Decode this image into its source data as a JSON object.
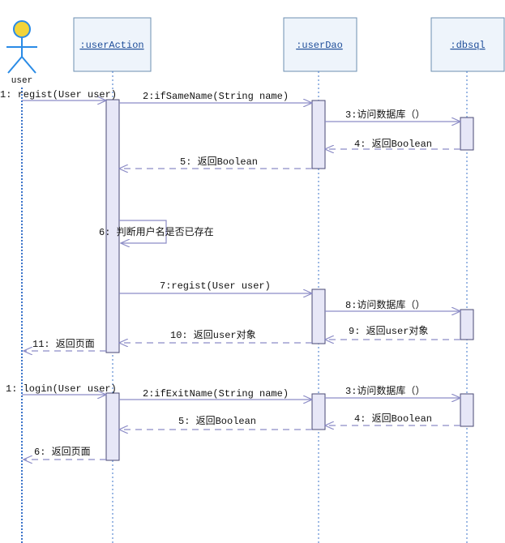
{
  "diagram": {
    "actor": {
      "label": "user",
      "icon": "stick-figure-actor-icon"
    },
    "objects": [
      {
        "id": "userAction",
        "label": ":userAction"
      },
      {
        "id": "userDao",
        "label": ":userDao"
      },
      {
        "id": "dbsql",
        "label": ":dbsql"
      }
    ],
    "messages": [
      {
        "id": "m1",
        "label": "1: regist(User user)",
        "from": "user",
        "to": "userAction",
        "kind": "call"
      },
      {
        "id": "m2",
        "label": "2:ifSameName(String name)",
        "from": "userAction",
        "to": "userDao",
        "kind": "call"
      },
      {
        "id": "m3",
        "label": "3:访问数据库（）",
        "from": "userDao",
        "to": "dbsql",
        "kind": "call"
      },
      {
        "id": "m4",
        "label": "4: 返回Boolean",
        "from": "dbsql",
        "to": "userDao",
        "kind": "return"
      },
      {
        "id": "m5",
        "label": "5: 返回Boolean",
        "from": "userDao",
        "to": "userAction",
        "kind": "return"
      },
      {
        "id": "m6",
        "label": "6: 判断用户名是否已存在",
        "from": "userAction",
        "to": "userAction",
        "kind": "self"
      },
      {
        "id": "m7",
        "label": "7:regist(User user)",
        "from": "userAction",
        "to": "userDao",
        "kind": "call"
      },
      {
        "id": "m8",
        "label": "8:访问数据库（）",
        "from": "userDao",
        "to": "dbsql",
        "kind": "call"
      },
      {
        "id": "m9",
        "label": "9: 返回user对象",
        "from": "dbsql",
        "to": "userDao",
        "kind": "return"
      },
      {
        "id": "m10",
        "label": "10: 返回user对象",
        "from": "userDao",
        "to": "userAction",
        "kind": "return"
      },
      {
        "id": "m11",
        "label": "11: 返回页面",
        "from": "userAction",
        "to": "user",
        "kind": "return"
      },
      {
        "id": "m12",
        "label": "1: login(User user)",
        "from": "user",
        "to": "userAction",
        "kind": "call"
      },
      {
        "id": "m13",
        "label": "2:ifExitName(String name)",
        "from": "userAction",
        "to": "userDao",
        "kind": "call"
      },
      {
        "id": "m14",
        "label": "3:访问数据库（）",
        "from": "userDao",
        "to": "dbsql",
        "kind": "call"
      },
      {
        "id": "m15",
        "label": "4: 返回Boolean",
        "from": "dbsql",
        "to": "userDao",
        "kind": "return"
      },
      {
        "id": "m16",
        "label": "5: 返回Boolean",
        "from": "userDao",
        "to": "userAction",
        "kind": "return"
      },
      {
        "id": "m17",
        "label": "6: 返回页面",
        "from": "userAction",
        "to": "user",
        "kind": "return"
      }
    ],
    "colors": {
      "lifeline": "#3b73c9",
      "object_fill": "#eef4fb",
      "object_border": "#6c8fb2",
      "activation_fill": "#e7e7f7",
      "message_line": "#8c8cc6",
      "actor": "#2a8be6",
      "actor_head": "#f2d43a"
    }
  }
}
